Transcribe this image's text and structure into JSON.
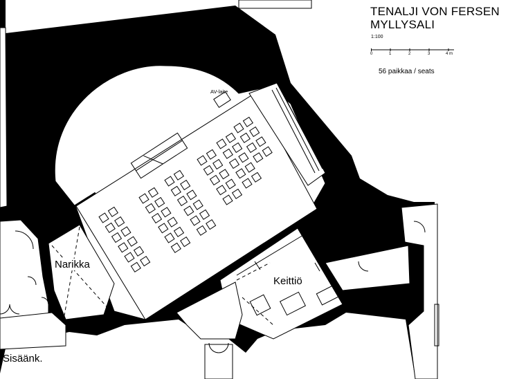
{
  "header": {
    "title_line1": "TENALJI VON FERSEN",
    "title_line2": "MYLLYSALI",
    "scale": "1:100",
    "seats": "56 paikkaa / seats"
  },
  "scale_bar": {
    "labels": [
      "0",
      "1",
      "2",
      "3",
      "4 m"
    ]
  },
  "rooms": {
    "narikka": "Narikka",
    "keittio": "Keittiö",
    "entrance": "Sisäänk.",
    "av": "AV-laite"
  },
  "colors": {
    "wall": "#000000",
    "paper": "#ffffff"
  }
}
